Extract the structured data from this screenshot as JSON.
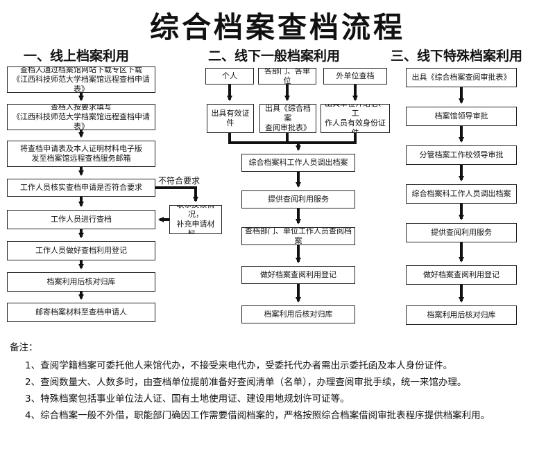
{
  "title": "综合档案查档流程",
  "sections": {
    "s1": "一、线上档案利用",
    "s2": "二、线下一般档案利用",
    "s3": "三、线下特殊档案利用"
  },
  "online": {
    "step1": [
      "查档人通过档案馆网站下载专区下载",
      "《江西科技师范大学档案馆远程查档申请表》"
    ],
    "step2": [
      "查档人按要求填写",
      "《江西科技师范大学档案馆远程查档申请表》"
    ],
    "step3": [
      "将查档申请表及本人证明材料电子版",
      "发至档案馆远程查档服务邮箱"
    ],
    "step4": "工作人员核实查档申请是否符合要求",
    "not_meet": "不符合要求",
    "feedback": [
      "联系反馈情况，",
      "补充申请材料。"
    ],
    "step5": "工作人员进行查档",
    "step6": "工作人员做好查档利用登记",
    "step7": "档案利用后核对归库",
    "step8": "邮寄档案材料至查档申请人"
  },
  "general": {
    "src1": "个人",
    "src2": "各部门、各单位",
    "src3": "外单位查档",
    "doc1": "出具有效证件",
    "doc2": [
      "出具《综合档案",
      "查阅审批表》"
    ],
    "doc3": [
      "出具单位介绍信、工",
      "作人员有效身份证件"
    ],
    "step1": "综合档案科工作人员调出档案",
    "step2": "提供查阅利用服务",
    "step3": "查档部门、单位工作人员查阅档案",
    "step4": "做好档案查阅利用登记",
    "step5": "档案利用后核对归库"
  },
  "special": {
    "step1": "出具《综合档案查阅审批表》",
    "step2": "档案馆领导审批",
    "step3": "分管档案工作校领导审批",
    "step4": "综合档案科工作人员调出档案",
    "step5": "提供查阅利用服务",
    "step6": "做好档案查阅利用登记",
    "step7": "档案利用后核对归库"
  },
  "notes": {
    "heading": "备注：",
    "items": [
      "1、查阅学籍档案可委托他人来馆代办，不接受来电代办，受委托代办者需出示委托函及本人身份证件。",
      "2、查阅数量大、人数多时，由查档单位提前准备好查阅清单（名单），办理查阅审批手续，统一来馆办理。",
      "3、特殊档案包括事业单位法人证、国有土地使用证、建设用地规划许可证等。",
      "4、综合档案一般不外借，职能部门确因工作需要借阅档案的，严格按照综合档案借阅审批表程序提供档案利用。"
    ]
  },
  "colors": {
    "line": "#111111",
    "box_border": "#222222"
  }
}
